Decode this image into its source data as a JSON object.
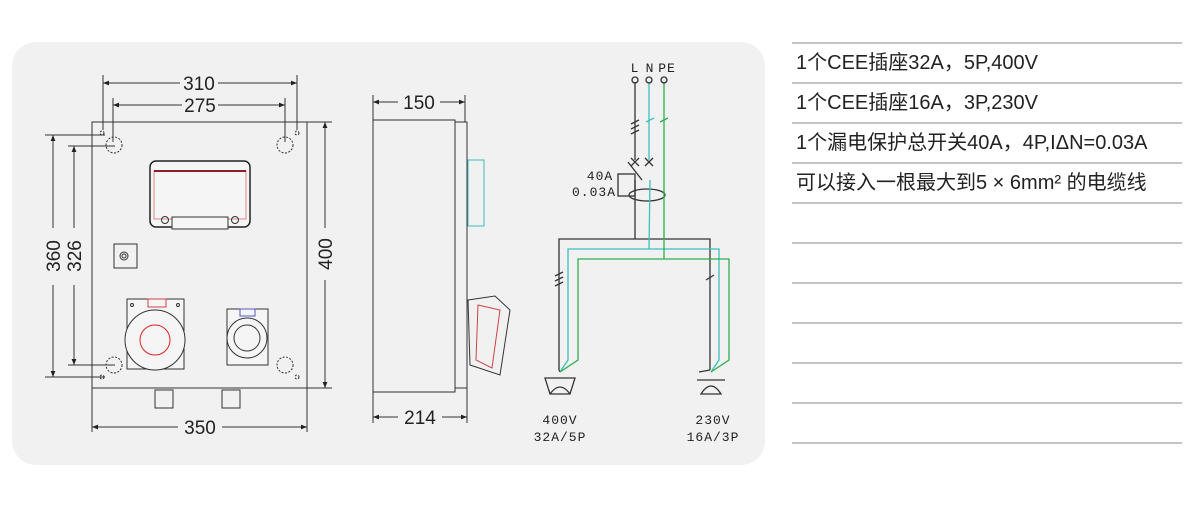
{
  "front_view": {
    "dim_top_outer": "310",
    "dim_top_inner": "275",
    "dim_bottom": "350",
    "dim_left_outer": "360",
    "dim_left_inner": "326",
    "dim_right": "400"
  },
  "side_view": {
    "dim_top": "150",
    "dim_bottom": "214"
  },
  "wiring": {
    "terminal_L": "L",
    "terminal_N": "N",
    "terminal_PE": "PE",
    "breaker_current": "40A",
    "breaker_residual": "0.03A",
    "socket1_voltage": "400V",
    "socket1_rating": "32A/5P",
    "socket2_voltage": "230V",
    "socket2_rating": "16A/3P",
    "colors": {
      "L": "#333333",
      "N": "#3cbfbf",
      "PE": "#2fae4f"
    }
  },
  "specs": [
    "1个CEE插座32A，5P,400V",
    "1个CEE插座16A，3P,230V",
    "1个漏电保护总开关40A，4P,IΔN=0.03A",
    "可以接入一根最大到5 × 6mm² 的电缆线"
  ]
}
